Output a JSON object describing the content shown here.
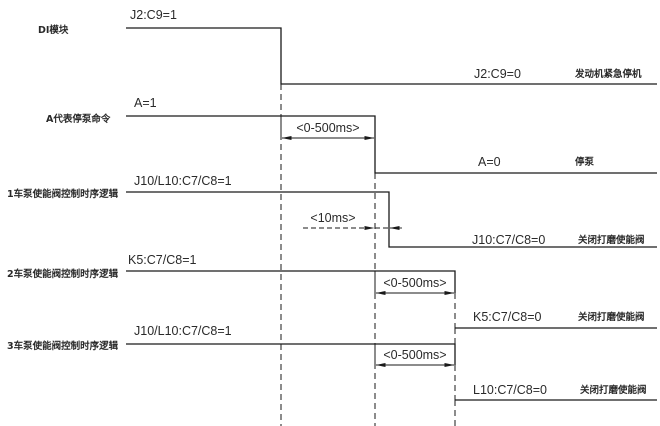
{
  "diagram": {
    "type": "timing-diagram",
    "signals": [
      {
        "name": "DI模块",
        "high_label": "J2:C9=1",
        "low_label": "J2:C9=0",
        "low_desc": "发动机紧急停机"
      },
      {
        "name": "A代表停泵命令",
        "high_label": "A=1",
        "low_label": "A=0",
        "low_desc": "停泵"
      },
      {
        "name": "1车泵使能阀控制时序逻辑",
        "high_label": "J10/L10:C7/C8=1",
        "low_label": "J10:C7/C8=0",
        "low_desc": "关闭打磨使能阀"
      },
      {
        "name": "2车泵使能阀控制时序逻辑",
        "high_label": "K5:C7/C8=1",
        "low_label": "K5:C7/C8=0",
        "low_desc": "关闭打磨使能阀"
      },
      {
        "name": "3车泵使能阀控制时序逻辑",
        "high_label": "J10/L10:C7/C8=1",
        "low_label": "L10:C7/C8=0",
        "low_desc": "关闭打磨使能阀"
      }
    ],
    "intervals": [
      {
        "label": "<0-500ms>",
        "between": "DI模块 → A代表停泵命令"
      },
      {
        "label": "<10ms>",
        "between": "A代表停泵命令 → 1车泵使能阀控制时序逻辑"
      },
      {
        "label": "<0-500ms>",
        "between": "A代表停泵命令 → 2车泵使能阀控制时序逻辑"
      },
      {
        "label": "<0-500ms>",
        "between": "A代表停泵命令 → 3车泵使能阀控制时序逻辑"
      }
    ],
    "colors": {
      "line": "#1a1a1a",
      "text": "#2a2a2a",
      "background": "#ffffff"
    }
  }
}
